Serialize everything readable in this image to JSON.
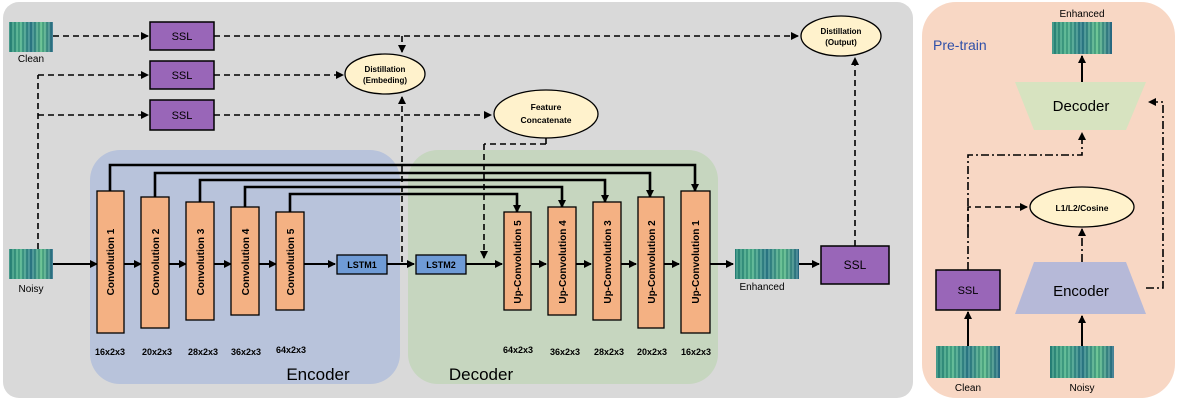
{
  "main": {
    "clean_label": "Clean",
    "noisy_label": "Noisy",
    "enhanced_label": "Enhanced",
    "ssl_label": "SSL",
    "distill_embed": [
      "Distillation",
      "(Embeding)"
    ],
    "distill_output": [
      "Distillation",
      "(Output)"
    ],
    "feature_concat": [
      "Feature",
      "Concatenate"
    ],
    "lstm1": "LSTM1",
    "lstm2": "LSTM2",
    "encoder_label": "Encoder",
    "decoder_label": "Decoder",
    "encoder_convs": [
      "Convolution 1",
      "Convolution 2",
      "Convolution 3",
      "Convolution 4",
      "Convolution 5"
    ],
    "encoder_dims": [
      "16x2x3",
      "20x2x3",
      "28x2x3",
      "36x2x3",
      "64x2x3"
    ],
    "decoder_convs": [
      "Up-Convolution 5",
      "Up-Convolution 4",
      "Up-Convolution 3",
      "Up-Convolution 2",
      "Up-Convolution 1"
    ],
    "decoder_dims": [
      "64x2x3",
      "36x2x3",
      "28x2x3",
      "20x2x3",
      "16x2x3"
    ]
  },
  "pretrain": {
    "title": "Pre-train",
    "enhanced_label": "Enhanced",
    "decoder_label": "Decoder",
    "encoder_label": "Encoder",
    "loss_label": "L1/L2/Cosine",
    "ssl_label": "SSL",
    "clean_label": "Clean",
    "noisy_label": "Noisy"
  },
  "colors": {
    "main_bg": "#d9d9d9",
    "pretrain_bg": "#f8d7c4",
    "encoder_region": "#b8c3db",
    "decoder_region": "#c6d6bf",
    "conv_fill": "#f4b183",
    "ssl_fill": "#9966b8",
    "lstm_fill": "#6f9bd6",
    "ellipse_fill": "#fff2cc",
    "pt_decoder": "#d7e3c0",
    "pt_encoder": "#b6b9d8",
    "pretrain_title": "#2f4fa8"
  },
  "icons": [
    "spectrogram-icon"
  ]
}
